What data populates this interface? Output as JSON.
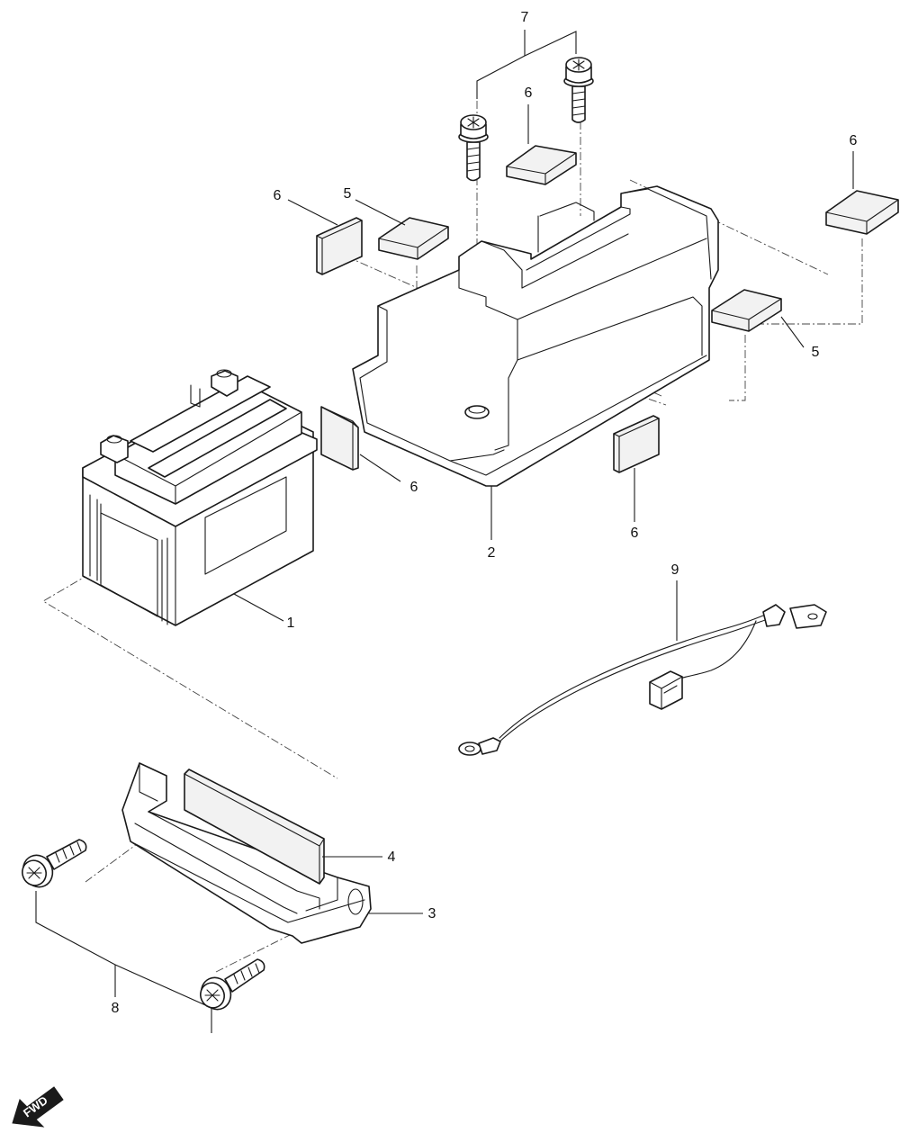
{
  "callouts": {
    "c1": "1",
    "c2": "2",
    "c3": "3",
    "c4": "4",
    "c5a": "5",
    "c5b": "5",
    "c6a": "6",
    "c6b": "6",
    "c6c": "6",
    "c6d": "6",
    "c6e": "6",
    "c7": "7",
    "c8": "8",
    "c9": "9"
  },
  "fwd_label": "FWD",
  "colors": {
    "line": "#1a1a1a",
    "fill": "#ffffff",
    "pad": "#f2f2f2"
  }
}
